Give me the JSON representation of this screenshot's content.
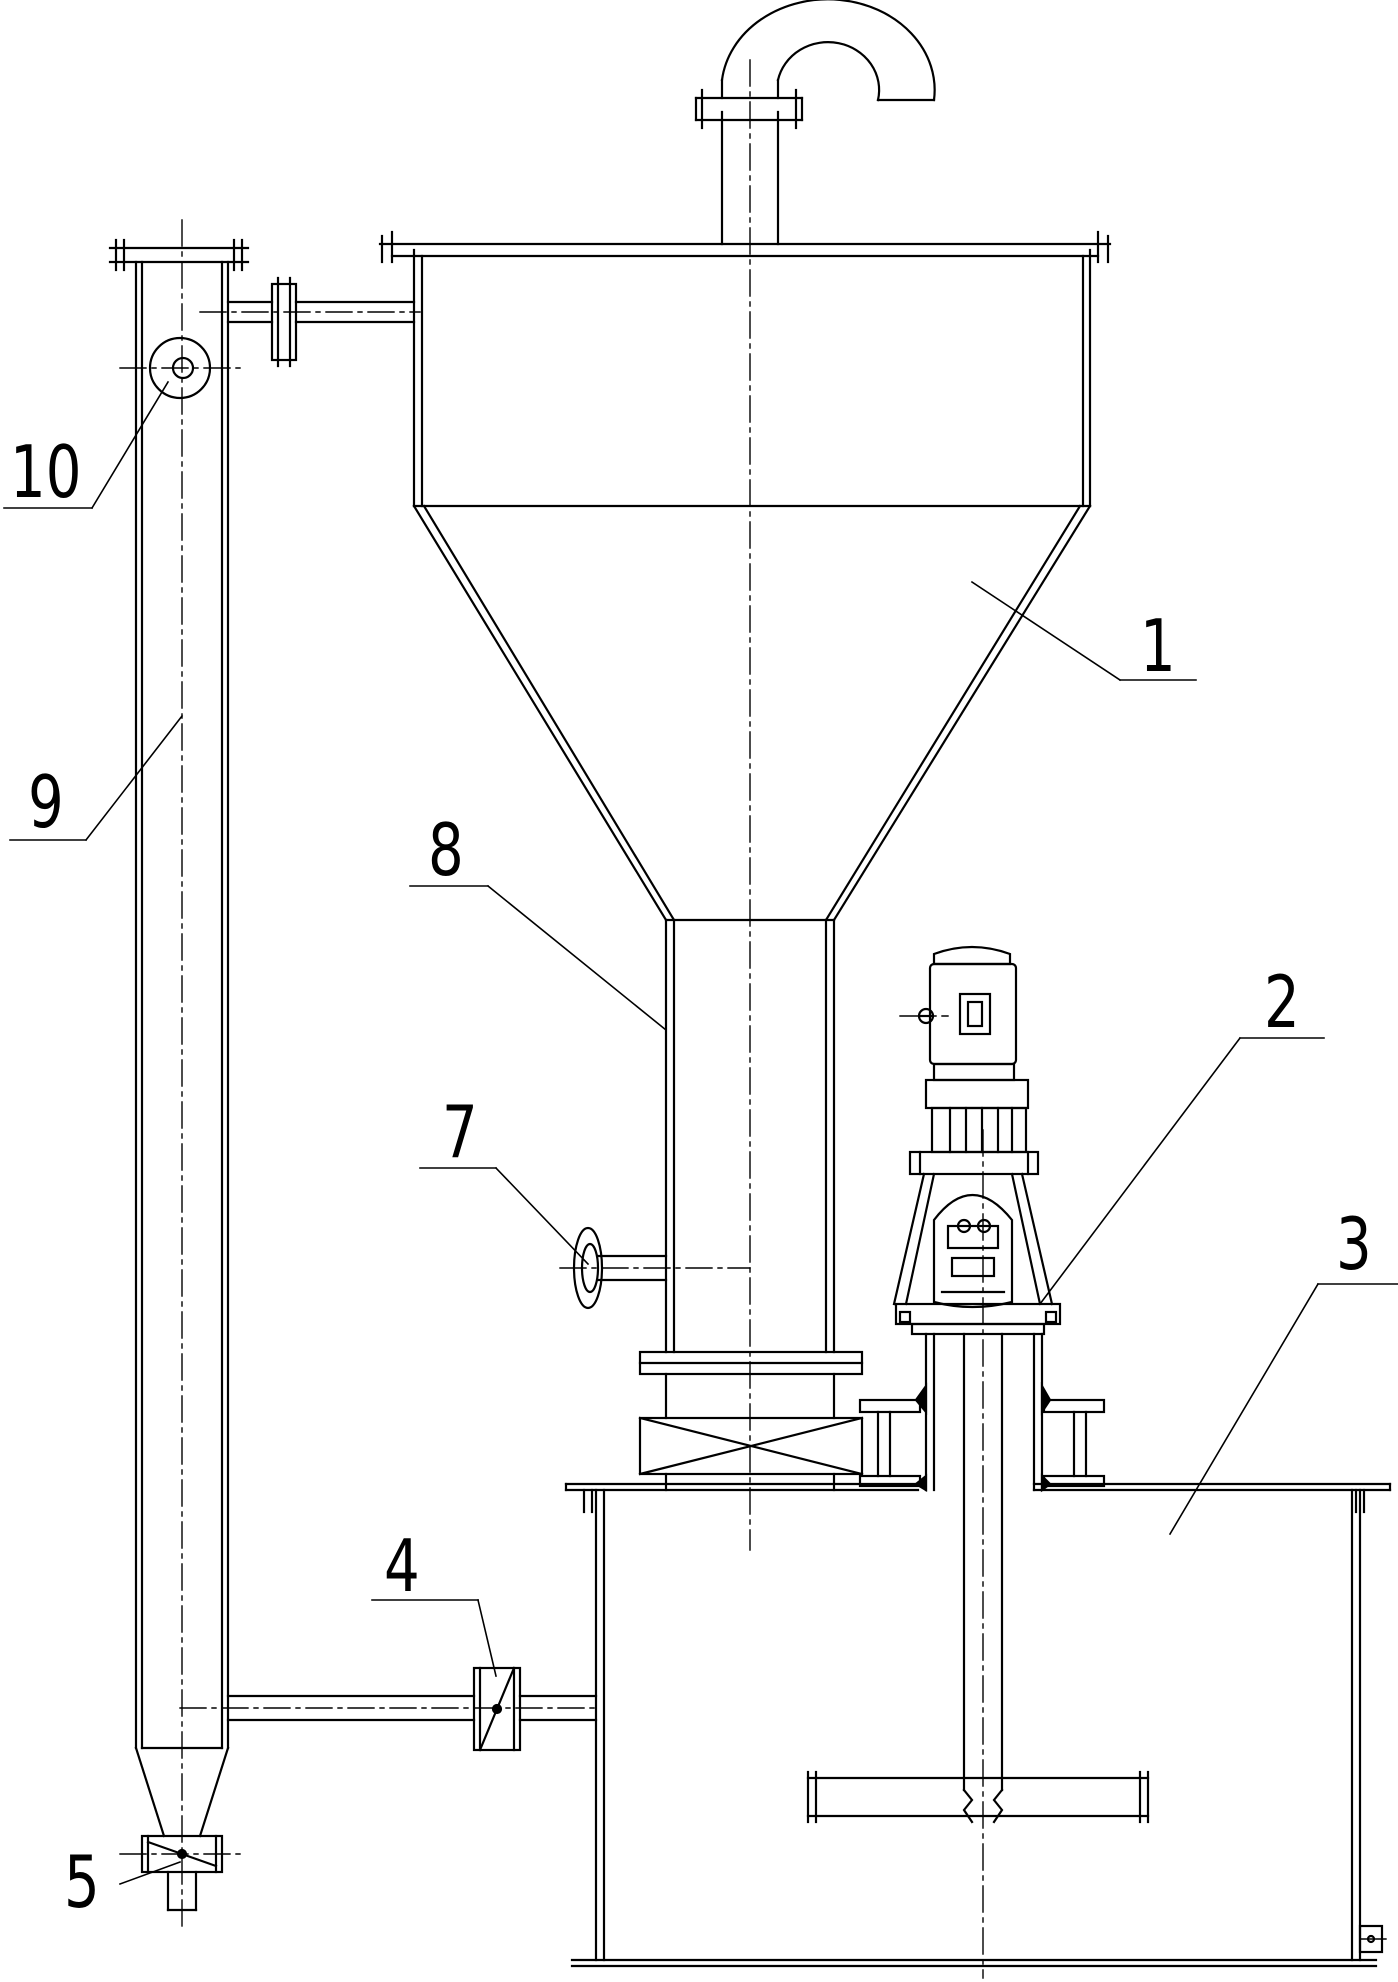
{
  "diagram": {
    "colors": {
      "line": "#000000",
      "background": "#ffffff"
    },
    "callouts": [
      {
        "id": "part-1",
        "text": "1"
      },
      {
        "id": "part-2",
        "text": "2"
      },
      {
        "id": "part-3",
        "text": "3"
      },
      {
        "id": "part-4",
        "text": "4"
      },
      {
        "id": "part-5",
        "text": "5"
      },
      {
        "id": "part-7",
        "text": "7"
      },
      {
        "id": "part-8",
        "text": "8"
      },
      {
        "id": "part-9",
        "text": "9"
      },
      {
        "id": "part-10",
        "text": "10"
      }
    ]
  }
}
